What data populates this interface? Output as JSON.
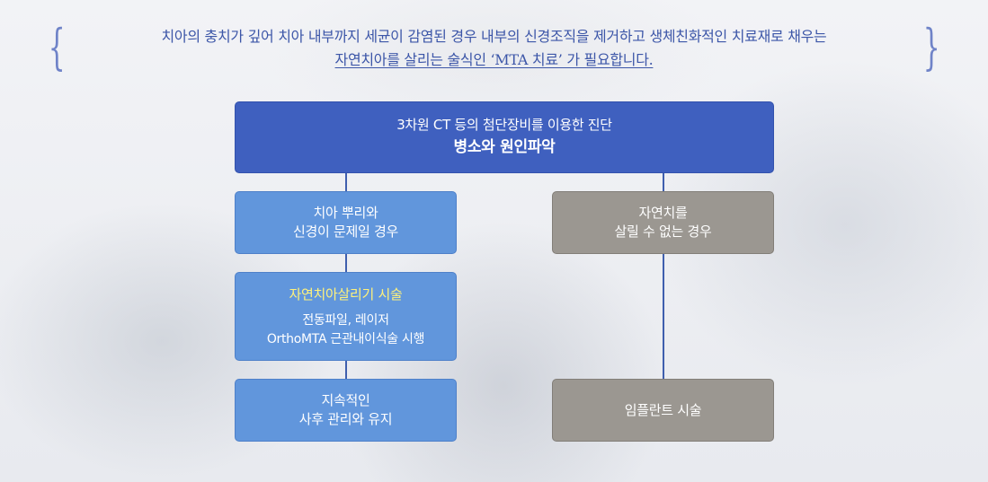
{
  "intro": {
    "line1": "치아의 충치가 깊어 치아 내부까지 세균이 감염된 경우 내부의 신경조직을 제거하고 생체친화적인 치료재로 채우는",
    "line2": "자연치아를 살리는 술식인 ‘MTA 치료’ 가 필요합니다."
  },
  "flow": {
    "root": {
      "subtitle": "3차원 CT 등의 첨단장비를 이용한 진단",
      "title": "병소와 원인파악"
    },
    "left": {
      "case": [
        "치아 뿌리와",
        "신경이 문제일 경우"
      ],
      "treatment": {
        "title": "자연치아살리기 시술",
        "details": [
          "전동파일, 레이저",
          "OrthoMTA 근관내이식술 시행"
        ]
      },
      "followup": [
        "지속적인",
        "사후 관리와 유지"
      ]
    },
    "right": {
      "case": [
        "자연치를",
        "살릴 수 없는 경우"
      ],
      "treatment": "임플란트 시술"
    }
  },
  "colors": {
    "root": "#3f60bf",
    "left_nodes": "#6196dc",
    "right_nodes": "#9b9791",
    "highlight_text": "#fff27a",
    "intro_text": "#3c56a8",
    "connector": "#3f5fae"
  }
}
